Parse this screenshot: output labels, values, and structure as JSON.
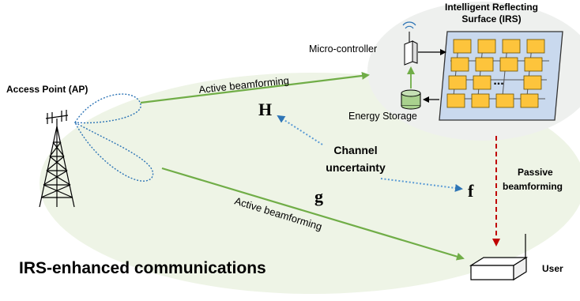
{
  "labels": {
    "irs_title_line1": "Intelligent Reflecting",
    "irs_title_line2": "Surface (IRS)",
    "micro_controller": "Micro-controller",
    "energy_storage": "Energy Storage",
    "access_point": "Access Point (AP)",
    "active_beamforming_top": "Active beamforming",
    "active_beamforming_bottom": "Active beamforming",
    "channel_uncertainty_line1": "Channel",
    "channel_uncertainty_line2": "uncertainty",
    "passive_beamforming_line1": "Passive",
    "passive_beamforming_line2": "beamforming",
    "symbol_H": "H",
    "symbol_f": "f",
    "symbol_g": "g",
    "irs_ellipsis": "...",
    "caption": "IRS-enhanced communications",
    "user": "User"
  },
  "colors": {
    "background_ellipse": "#eef4e6",
    "irs_ellipse": "#eef0ee",
    "irs_panel": "#c9d9ee",
    "irs_element": "#fdc43c",
    "active_arrow": "#70ad47",
    "uncertainty_arrow": "#5b9bd5",
    "passive_arrow": "#c00000",
    "energy_storage": "#a9d18e"
  }
}
